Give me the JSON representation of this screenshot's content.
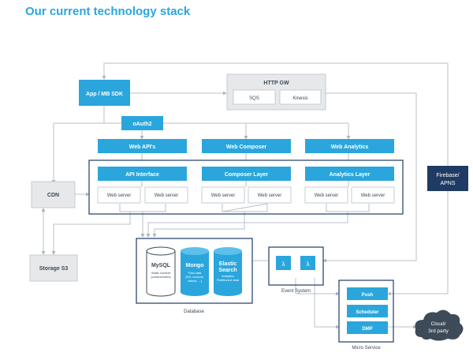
{
  "title": "Our current technology stack",
  "colors": {
    "accent": "#2aa6dd",
    "navy": "#1f3b63",
    "gray_box": "#e6e8ea",
    "gray_text": "#3d4a57",
    "line": "#b9c2ca"
  },
  "nodes": {
    "app_sdk": "App / MB SDK",
    "http_gw": "HTTP GW",
    "sqs": "SQS",
    "kinesis": "Kinesis",
    "oauth2": "oAuth2",
    "web_apis": "Web API's",
    "web_composer": "Web Composer",
    "web_analytics": "Web Analytics",
    "api_interface": "API Interface",
    "composer_layer": "Composer Layer",
    "analytics_layer": "Analytics Layer",
    "web_server": "Web server",
    "cdn": "CDN",
    "firebase": "Firebase/",
    "apns": "APNS",
    "storage_s3": "Storage S3",
    "mysql": "MySQL",
    "mysql_sub_1": "Static content",
    "mysql_sub_2": "(context/rules)",
    "mongo": "Mongo",
    "mongo_sub_1": "Fast data",
    "mongo_sub_2": "(NS, records,",
    "mongo_sub_3": "videos, ...)",
    "elastic": "Elastic",
    "search": "Search",
    "elastic_sub_1": "Analytics",
    "elastic_sub_2": "Partitioned data",
    "database": "Database",
    "lambda": "λ",
    "event_system": "Event System",
    "push": "Push",
    "scheduler": "Scheduler",
    "dmp": "DMP",
    "micro_service": "Micro Service",
    "cloud": "Cloud/",
    "third_party": "3rd party"
  }
}
